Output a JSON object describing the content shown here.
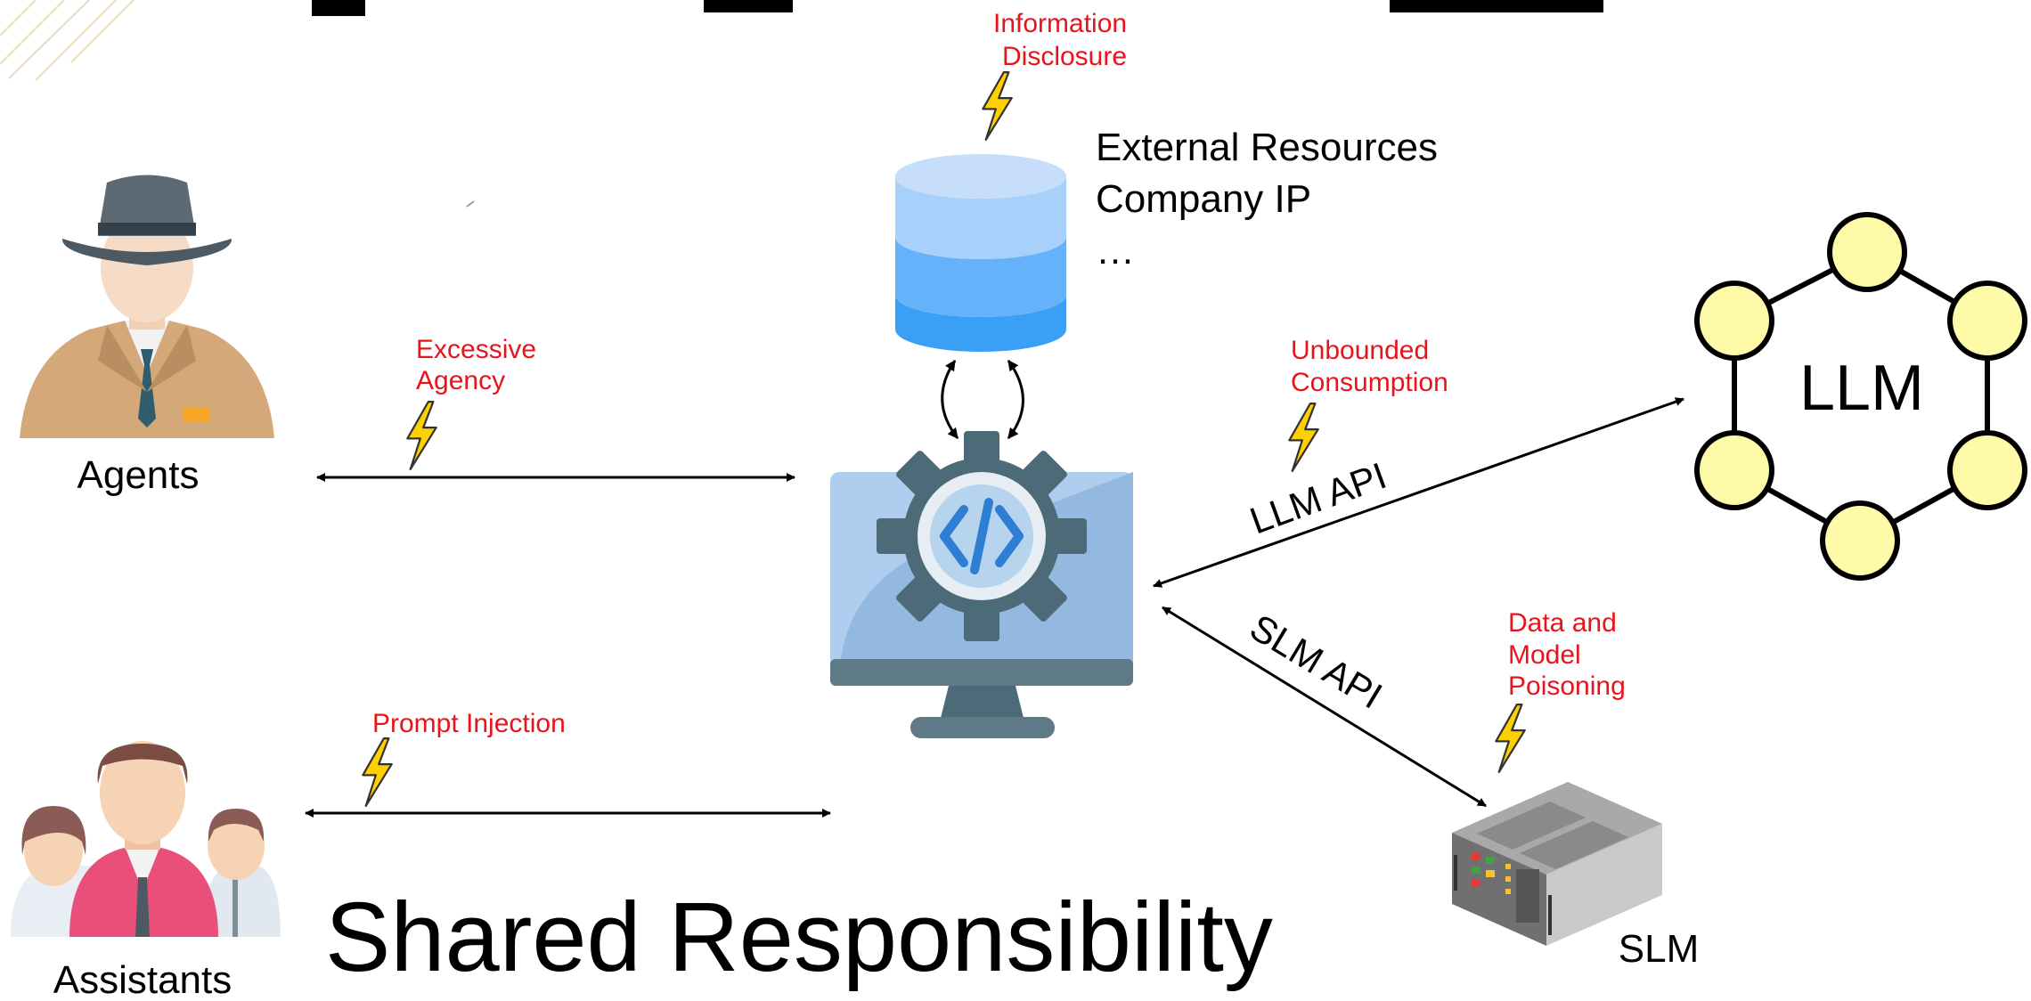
{
  "labels": {
    "agents": "Agents",
    "assistants": "Assistants",
    "external_line1": "External Resources",
    "external_line2": "Company IP",
    "external_line3": "…",
    "llm": "LLM",
    "slm": "SLM",
    "llm_api": "LLM API",
    "slm_api": "SLM API",
    "shared_responsibility": "Shared Responsibility"
  },
  "threats": {
    "info_line1": "Information",
    "info_line2": "Disclosure",
    "excessive_line1": "Excessive",
    "excessive_line2": "Agency",
    "unbounded_line1": "Unbounded",
    "unbounded_line2": "Consumption",
    "poison_line1": "Data and",
    "poison_line2": "Model",
    "poison_line3": "Poisoning",
    "prompt_injection": "Prompt Injection"
  },
  "colors": {
    "threat_text": "#e8141c",
    "lightning": "#ffd000",
    "llm_node": "#fffaa8",
    "db_top": "#c6defa",
    "db_mid": "#8cc4fb",
    "db_bottom": "#3aa0f5",
    "gear": "#4d6a78",
    "monitor": "#93b9e0"
  },
  "icons": [
    "detective-agent-icon",
    "assistants-people-icon",
    "database-icon",
    "code-monitor-icon",
    "llm-network-icon",
    "server-rack-icon",
    "lightning-icon"
  ]
}
